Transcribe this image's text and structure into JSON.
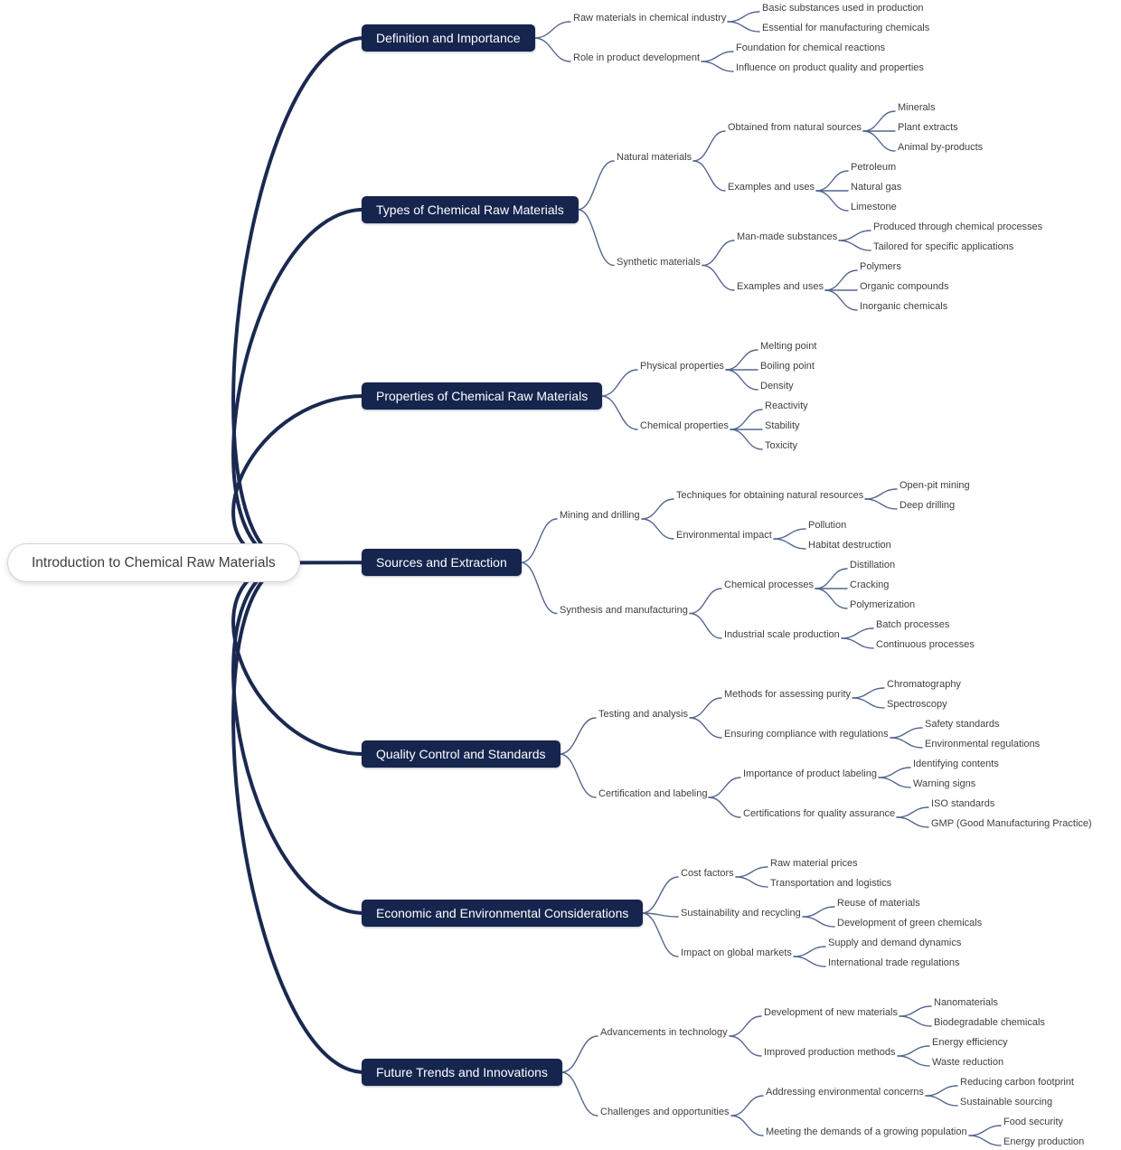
{
  "colors": {
    "background": "#ffffff",
    "branch_bg": "#16254e",
    "branch_text": "#ffffff",
    "link_thick": "#1a2950",
    "link_thin": "#54678f",
    "label_text": "#3f3f3f",
    "root_border": "#d4d4d4",
    "root_text": "#3d3d3d"
  },
  "mindmap": {
    "root": {
      "label": "Introduction to Chemical Raw Materials"
    },
    "branches": [
      {
        "label": "Definition and Importance",
        "children": [
          {
            "label": "Raw materials in chemical industry",
            "children": [
              {
                "label": "Basic substances used in production"
              },
              {
                "label": "Essential for manufacturing chemicals"
              }
            ]
          },
          {
            "label": "Role in product development",
            "children": [
              {
                "label": "Foundation for chemical reactions"
              },
              {
                "label": "Influence on product quality and properties"
              }
            ]
          }
        ]
      },
      {
        "label": "Types of Chemical Raw Materials",
        "children": [
          {
            "label": "Natural materials",
            "children": [
              {
                "label": "Obtained from natural sources",
                "children": [
                  {
                    "label": "Minerals"
                  },
                  {
                    "label": "Plant extracts"
                  },
                  {
                    "label": "Animal by-products"
                  }
                ]
              },
              {
                "label": "Examples and uses",
                "children": [
                  {
                    "label": "Petroleum"
                  },
                  {
                    "label": "Natural gas"
                  },
                  {
                    "label": "Limestone"
                  }
                ]
              }
            ]
          },
          {
            "label": "Synthetic materials",
            "children": [
              {
                "label": "Man-made substances",
                "children": [
                  {
                    "label": "Produced through chemical processes"
                  },
                  {
                    "label": "Tailored for specific applications"
                  }
                ]
              },
              {
                "label": "Examples and uses",
                "children": [
                  {
                    "label": "Polymers"
                  },
                  {
                    "label": "Organic compounds"
                  },
                  {
                    "label": "Inorganic chemicals"
                  }
                ]
              }
            ]
          }
        ]
      },
      {
        "label": "Properties of Chemical Raw Materials",
        "children": [
          {
            "label": "Physical properties",
            "children": [
              {
                "label": "Melting point"
              },
              {
                "label": "Boiling point"
              },
              {
                "label": "Density"
              }
            ]
          },
          {
            "label": "Chemical properties",
            "children": [
              {
                "label": "Reactivity"
              },
              {
                "label": "Stability"
              },
              {
                "label": "Toxicity"
              }
            ]
          }
        ]
      },
      {
        "label": "Sources and Extraction",
        "children": [
          {
            "label": "Mining and drilling",
            "children": [
              {
                "label": "Techniques for obtaining natural resources",
                "children": [
                  {
                    "label": "Open-pit mining"
                  },
                  {
                    "label": "Deep drilling"
                  }
                ]
              },
              {
                "label": "Environmental impact",
                "children": [
                  {
                    "label": "Pollution"
                  },
                  {
                    "label": "Habitat destruction"
                  }
                ]
              }
            ]
          },
          {
            "label": "Synthesis and manufacturing",
            "children": [
              {
                "label": "Chemical processes",
                "children": [
                  {
                    "label": "Distillation"
                  },
                  {
                    "label": "Cracking"
                  },
                  {
                    "label": "Polymerization"
                  }
                ]
              },
              {
                "label": "Industrial scale production",
                "children": [
                  {
                    "label": "Batch processes"
                  },
                  {
                    "label": "Continuous processes"
                  }
                ]
              }
            ]
          }
        ]
      },
      {
        "label": "Quality Control and Standards",
        "children": [
          {
            "label": "Testing and analysis",
            "children": [
              {
                "label": "Methods for assessing purity",
                "children": [
                  {
                    "label": "Chromatography"
                  },
                  {
                    "label": "Spectroscopy"
                  }
                ]
              },
              {
                "label": "Ensuring compliance with regulations",
                "children": [
                  {
                    "label": "Safety standards"
                  },
                  {
                    "label": "Environmental regulations"
                  }
                ]
              }
            ]
          },
          {
            "label": "Certification and labeling",
            "children": [
              {
                "label": "Importance of product labeling",
                "children": [
                  {
                    "label": "Identifying contents"
                  },
                  {
                    "label": "Warning signs"
                  }
                ]
              },
              {
                "label": "Certifications for quality assurance",
                "children": [
                  {
                    "label": "ISO standards"
                  },
                  {
                    "label": "GMP (Good Manufacturing Practice)"
                  }
                ]
              }
            ]
          }
        ]
      },
      {
        "label": "Economic and Environmental Considerations",
        "children": [
          {
            "label": "Cost factors",
            "children": [
              {
                "label": "Raw material prices"
              },
              {
                "label": "Transportation and logistics"
              }
            ]
          },
          {
            "label": "Sustainability and recycling",
            "children": [
              {
                "label": "Reuse of materials"
              },
              {
                "label": "Development of green chemicals"
              }
            ]
          },
          {
            "label": "Impact on global markets",
            "children": [
              {
                "label": "Supply and demand dynamics"
              },
              {
                "label": "International trade regulations"
              }
            ]
          }
        ]
      },
      {
        "label": "Future Trends and Innovations",
        "children": [
          {
            "label": "Advancements in technology",
            "children": [
              {
                "label": "Development of new materials",
                "children": [
                  {
                    "label": "Nanomaterials"
                  },
                  {
                    "label": "Biodegradable chemicals"
                  }
                ]
              },
              {
                "label": "Improved production methods",
                "children": [
                  {
                    "label": "Energy efficiency"
                  },
                  {
                    "label": "Waste reduction"
                  }
                ]
              }
            ]
          },
          {
            "label": "Challenges and opportunities",
            "children": [
              {
                "label": "Addressing environmental concerns",
                "children": [
                  {
                    "label": "Reducing carbon footprint"
                  },
                  {
                    "label": "Sustainable sourcing"
                  }
                ]
              },
              {
                "label": "Meeting the demands of a growing population",
                "children": [
                  {
                    "label": "Food security"
                  },
                  {
                    "label": "Energy production"
                  }
                ]
              }
            ]
          }
        ]
      }
    ]
  }
}
